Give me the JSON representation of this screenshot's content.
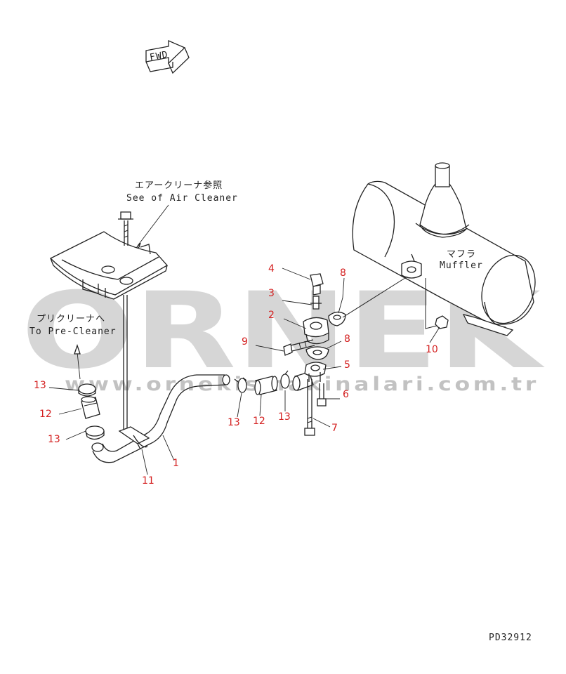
{
  "diagram": {
    "fwd_label": "FWD",
    "notes": {
      "air_cleaner_jp": "エアークリーナ参照",
      "air_cleaner_en": "See of Air Cleaner",
      "pre_cleaner_jp": "プリクリーナへ",
      "pre_cleaner_en": "To Pre-Cleaner",
      "muffler_jp": "マフラ",
      "muffler_en": "Muffler"
    },
    "part_numbers": {
      "p1": "1",
      "p2": "2",
      "p3": "3",
      "p4": "4",
      "p5": "5",
      "p6": "6",
      "p7": "7",
      "p8a": "8",
      "p8b": "8",
      "p9": "9",
      "p10": "10",
      "p11": "11",
      "p12a": "12",
      "p12b": "12",
      "p13a": "13",
      "p13b": "13",
      "p13c": "13",
      "p13d": "13"
    },
    "drawing_code": "PD32912",
    "number_color": "#d42020"
  },
  "watermark": {
    "brand": "ORNEK",
    "url": "www.ornekismakinalari.com.tr"
  }
}
